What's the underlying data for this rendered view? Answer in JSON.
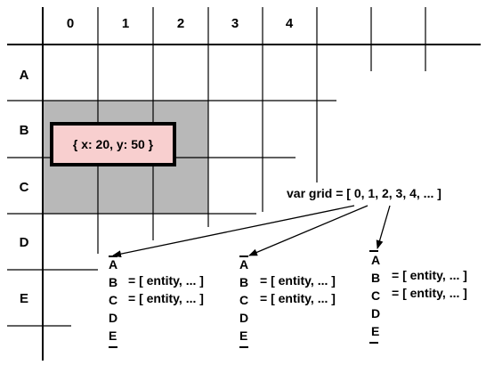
{
  "grid": {
    "columns": [
      "0",
      "1",
      "2",
      "3",
      "4"
    ],
    "rows": [
      "A",
      "B",
      "C",
      "D",
      "E"
    ],
    "colors": {
      "shaded_cells": "#b8b8b8",
      "entity_box_fill": "#f8cfcf",
      "lines": "#000000"
    }
  },
  "entity_label": "{ x: 20, y: 50 }",
  "code_label": "var grid = [ 0, 1, 2, 3, 4, ... ]",
  "columns_detail": [
    {
      "keys": [
        "A",
        "B",
        "C",
        "D",
        "E"
      ],
      "entries": [
        "= [ entity, ... ]",
        "= [ entity, ... ]"
      ]
    },
    {
      "keys": [
        "A",
        "B",
        "C",
        "D",
        "E"
      ],
      "entries": [
        "= [ entity, ... ]",
        "= [ entity, ... ]"
      ]
    },
    {
      "keys": [
        "A",
        "B",
        "C",
        "D",
        "E"
      ],
      "entries": [
        "= [ entity, ... ]",
        "= [ entity, ... ]"
      ]
    }
  ]
}
